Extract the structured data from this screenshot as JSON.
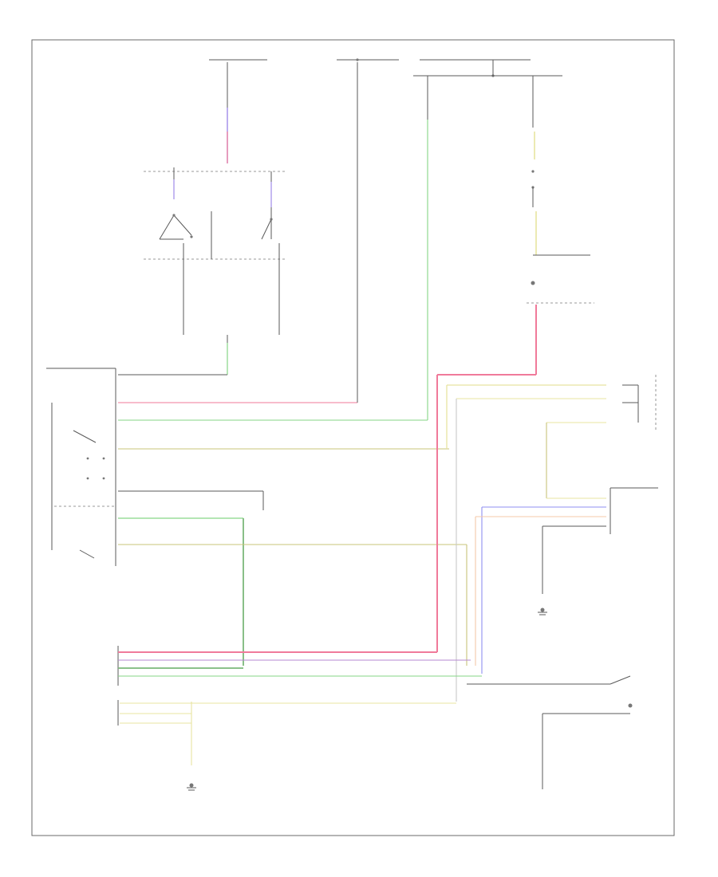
{
  "diagram": {
    "footer_code": "",
    "colors": {
      "frame": "#6a6a6a",
      "black": "#5a5a5a",
      "red": "#f07a9a",
      "green": "#86d686",
      "yellow": "#e8e4a0",
      "dark_green": "#7cb87a",
      "blue": "#8f8ff0",
      "orange": "#f4c8a8",
      "violet": "#b58ad0"
    },
    "components": [
      {
        "id": "ecm",
        "label": ""
      },
      {
        "id": "main-relay",
        "label": ""
      },
      {
        "id": "radiator-fan-relay",
        "label": ""
      },
      {
        "id": "engine-control-module",
        "label": ""
      },
      {
        "id": "brake-switch",
        "label": ""
      },
      {
        "id": "fuel-pump-relay",
        "label": ""
      },
      {
        "id": "ground",
        "label": ""
      }
    ],
    "wires": [
      {
        "id": "red-line",
        "color": "red"
      },
      {
        "id": "green-line",
        "color": "green"
      },
      {
        "id": "yellow-line",
        "color": "yellow"
      },
      {
        "id": "dark-green-line",
        "color": "dark_green"
      },
      {
        "id": "blue-line",
        "color": "blue"
      },
      {
        "id": "orange-line",
        "color": "orange"
      },
      {
        "id": "violet-line",
        "color": "violet"
      }
    ]
  }
}
